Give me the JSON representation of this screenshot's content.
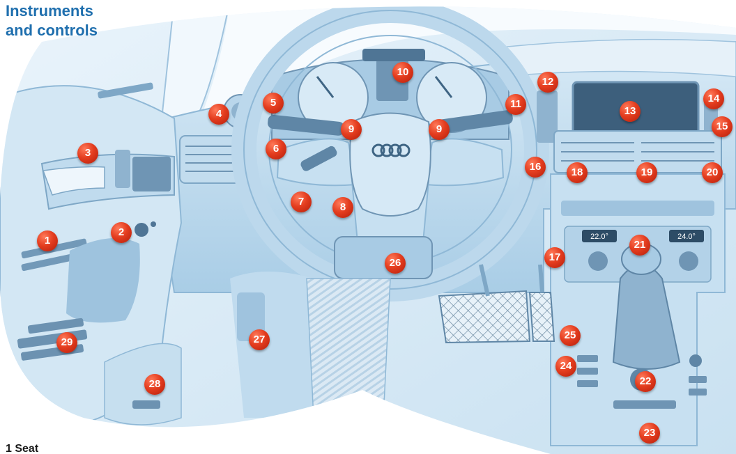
{
  "title": {
    "line1": "Instruments",
    "line2": "and controls"
  },
  "footer_text": "1 Seat",
  "accent_color": "#1f6fae",
  "marker_color": "#e43d1f",
  "callouts": [
    "1",
    "2",
    "3",
    "4",
    "5",
    "6",
    "7",
    "8",
    "9",
    "9",
    "10",
    "11",
    "12",
    "13",
    "14",
    "15",
    "16",
    "17",
    "18",
    "19",
    "20",
    "21",
    "22",
    "23",
    "24",
    "25",
    "26",
    "27",
    "28",
    "29"
  ],
  "display_readouts": {
    "left_temp": "22.0°",
    "right_temp": "24.0°"
  }
}
